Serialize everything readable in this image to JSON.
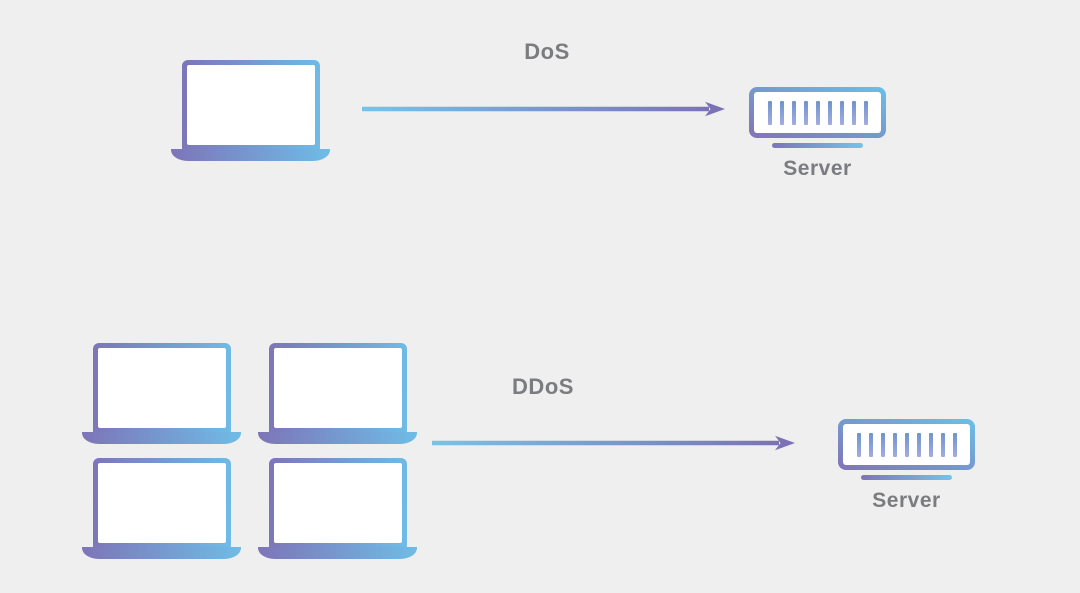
{
  "diagram": {
    "background_color": "#efefef",
    "label_color": "#7b7c80",
    "gradient_purple": "#7d75b8",
    "gradient_blue": "#6fbce6",
    "arrow_start_color": "#77c3e8",
    "arrow_end_color": "#7a72b6",
    "vent_bar_top_color": "#6e94cd",
    "vent_bar_bottom_color": "#a3abe2"
  },
  "icons": {
    "laptop": "laptop-icon",
    "server": "server-icon",
    "arrow": "arrow-right-icon"
  },
  "server_icon": {
    "vent_bar_count": 9
  },
  "dos_section": {
    "label": "DoS",
    "attacker_count": 1,
    "server_label": "Server"
  },
  "ddos_section": {
    "label": "DDoS",
    "attacker_count": 4,
    "server_label": "Server"
  }
}
